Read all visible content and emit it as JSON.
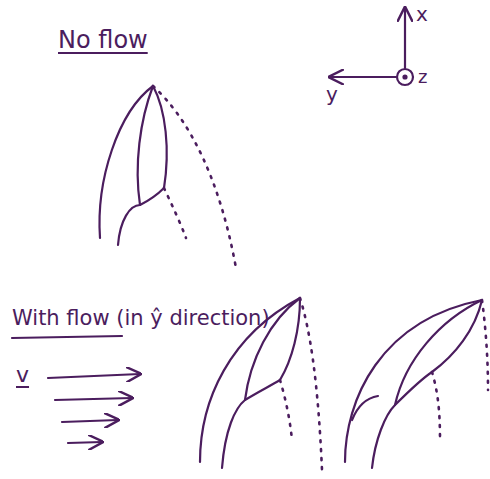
{
  "diagram": {
    "labels": [
      "No flow",
      "x",
      "y",
      "z",
      "With flow (in ŷ direction)",
      "v"
    ]
  }
}
